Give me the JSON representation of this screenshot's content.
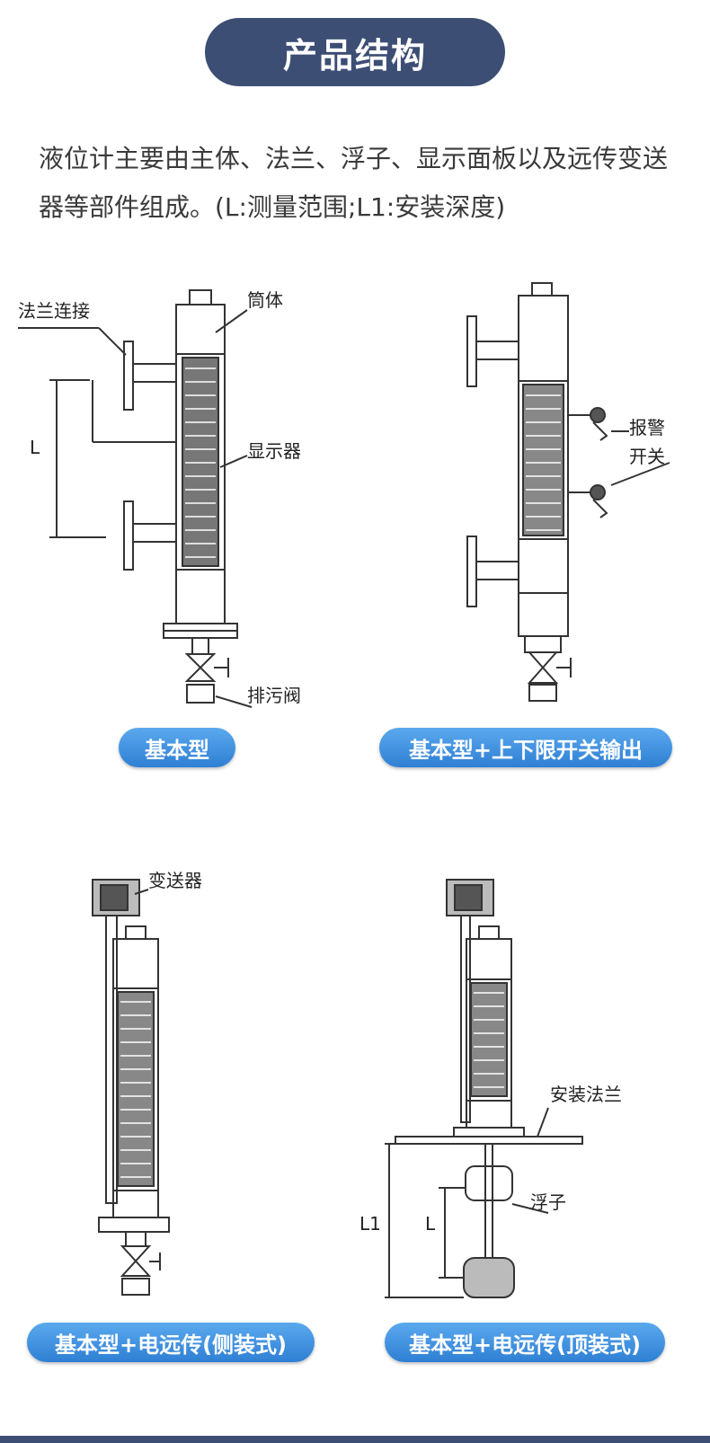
{
  "header": {
    "title": "产品结构"
  },
  "intro": {
    "text": "液位计主要由主体、法兰、浮子、显示面板以及远传变送器等部件组成。(L:测量范围;L1:安装深度)"
  },
  "diagrams": {
    "basic": {
      "badge": "基本型",
      "labels": {
        "flange": "法兰连接",
        "body": "筒体",
        "display": "显示器",
        "valve": "排污阀",
        "range": "L"
      }
    },
    "switch": {
      "badge": "基本型+上下限开关输出",
      "labels": {
        "alarm_1": "报警",
        "alarm_2": "开关"
      }
    },
    "side": {
      "badge": "基本型+电远传(侧装式)",
      "labels": {
        "transmitter": "变送器"
      }
    },
    "top": {
      "badge": "基本型+电远传(顶装式)",
      "labels": {
        "flange": "安装法兰",
        "float": "浮子",
        "depth": "L1",
        "range": "L"
      }
    }
  },
  "colors": {
    "title_bg": "#3d4e74",
    "badge_from": "#5aa9ee",
    "badge_to": "#2f7fd4"
  }
}
